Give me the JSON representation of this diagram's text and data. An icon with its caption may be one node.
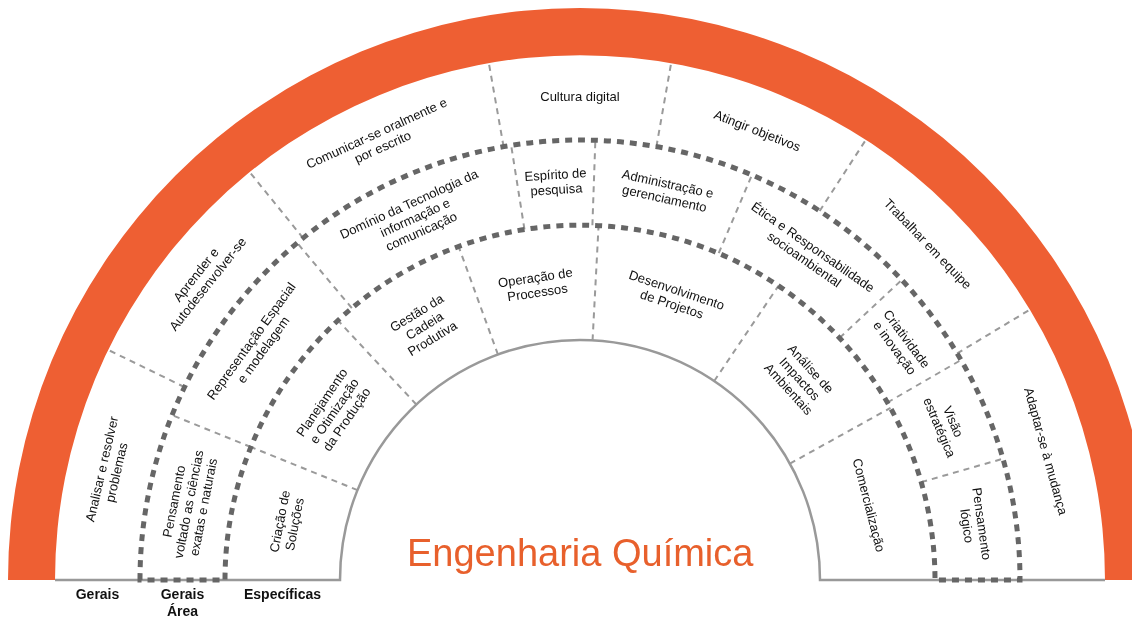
{
  "diagram": {
    "title": "Engenharia Química",
    "nodes": [
      {
        "text": [
          "Analisar e resolver problemas"
        ]
      },
      {
        "text": [
          "Aprender e Autodesenvolver-se"
        ]
      },
      {
        "text": [
          "Comunicar-se oralmente e por escrito"
        ]
      },
      {
        "text": [
          "Cultura digital"
        ]
      },
      {
        "text": [
          "Atingir objetivos"
        ]
      },
      {
        "text": [
          "Trabalhar em equipe"
        ]
      },
      {
        "text": [
          "Adaptar-se à mudança"
        ]
      },
      {
        "text": [
          "Pensamento voltado as ciências exatas e naturais"
        ]
      },
      {
        "text": [
          "Representação Espacial e modelagem"
        ]
      },
      {
        "text": [
          "Domínio da Tecnologia da informação e comunicação"
        ]
      },
      {
        "text": [
          "Espírito de pesquisa"
        ]
      },
      {
        "text": [
          "Administração e gerenciamento"
        ]
      },
      {
        "text": [
          "Ética e Responsabilidade socioambiental"
        ]
      },
      {
        "text": [
          "Criatividade e inovação"
        ]
      },
      {
        "text": [
          "Visão estratégica"
        ]
      },
      {
        "text": [
          "Pensamento lógico"
        ]
      },
      {
        "text": [
          "Criação de Soluções"
        ]
      },
      {
        "text": [
          "Planejamento e Otimização da Produção"
        ]
      },
      {
        "text": [
          "Gestão da Cadeia Produtiva"
        ]
      },
      {
        "text": [
          "Operação de Processos"
        ]
      },
      {
        "text": [
          "Desenvolvimento de Projetos"
        ]
      },
      {
        "text": [
          "Análise de Impactos Ambientais"
        ]
      },
      {
        "text": [
          "Comercialização"
        ]
      }
    ],
    "labels": [
      "Gerais",
      "Gerais Área",
      "Específicas"
    ]
  }
}
